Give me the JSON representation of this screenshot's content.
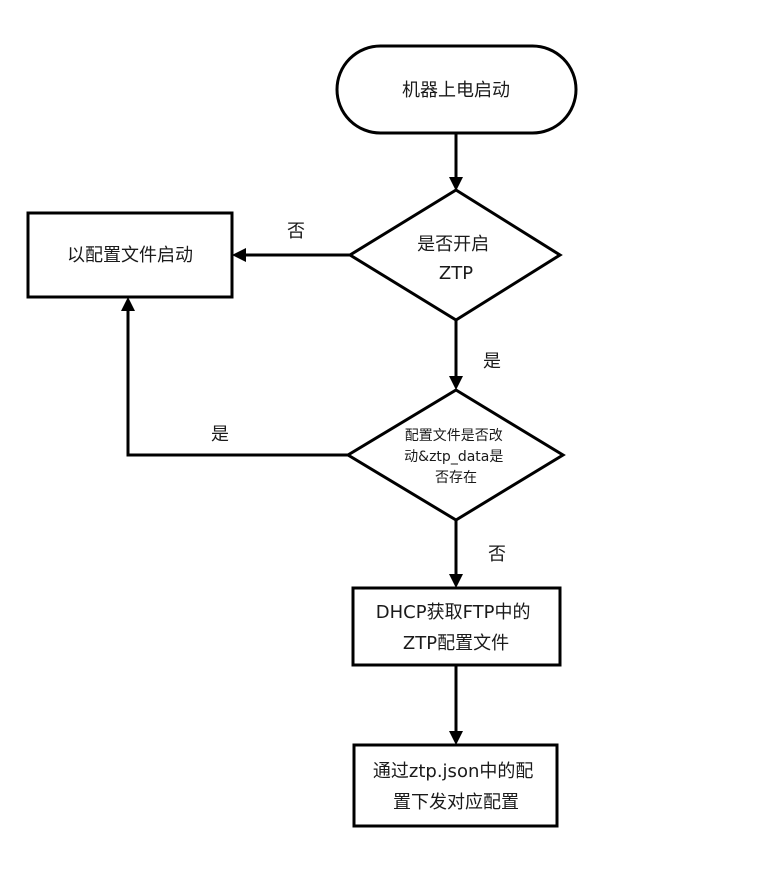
{
  "style": {
    "line_color": "#000000",
    "fill_color": "#ffffff"
  },
  "nodes": {
    "start": {
      "lines": [
        "机器上电启动"
      ]
    },
    "decision_ztp": {
      "lines": [
        "是否开启",
        "ZTP"
      ]
    },
    "boot_config": {
      "lines": [
        "以配置文件启动"
      ]
    },
    "decision_changed": {
      "lines": [
        "配置文件是否改",
        "动&ztp_data是",
        "否存在"
      ]
    },
    "dhcp": {
      "lines": [
        "DHCP获取FTP中的",
        "ZTP配置文件"
      ]
    },
    "apply": {
      "lines": [
        "通过ztp.json中的配",
        "置下发对应配置"
      ]
    }
  },
  "edges": {
    "ztp_no": "否",
    "ztp_yes": "是",
    "changed_yes": "是",
    "changed_no": "否"
  }
}
